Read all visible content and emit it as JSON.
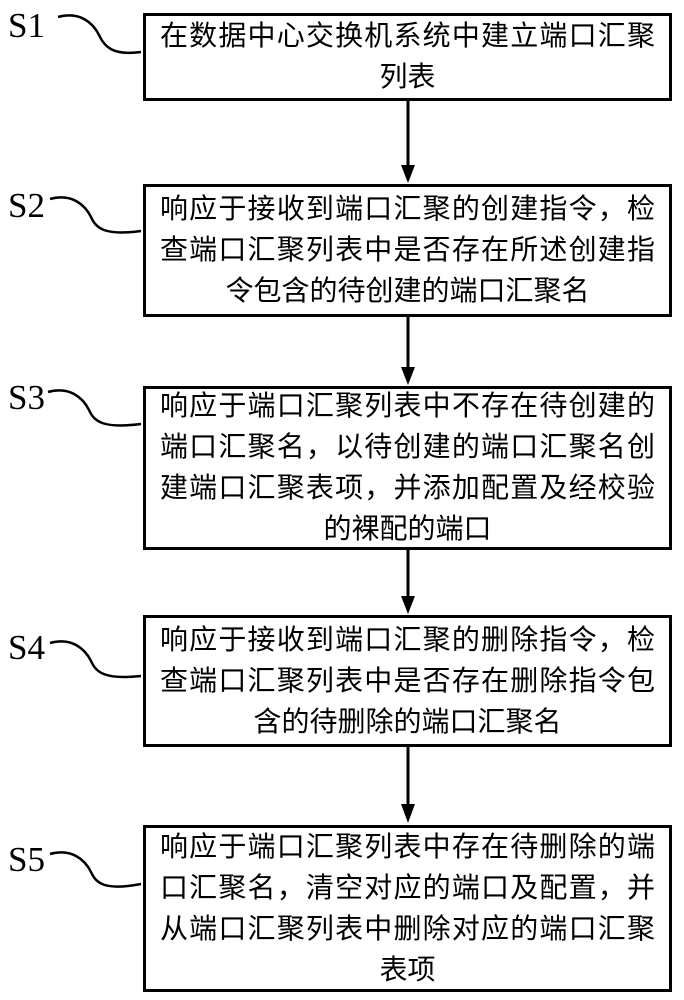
{
  "figure": {
    "type": "flowchart",
    "colors": {
      "line": "#000000",
      "background": "#ffffff",
      "box_border": "#000000",
      "box_fill": "#ffffff"
    },
    "steps": [
      {
        "id": "S1",
        "text": "在数据中心交换机系统中建立端口汇聚列表",
        "lines": [
          "在数据中心交换机系统中建立端口汇聚",
          "列表"
        ]
      },
      {
        "id": "S2",
        "text": "响应于接收到端口汇聚的创建指令，检查端口汇聚列表中是否存在所述创建指令包含的待创建的端口汇聚名",
        "lines": [
          "响应于接收到端口汇聚的创建指令，检",
          "查端口汇聚列表中是否存在所述创建指",
          "令包含的待创建的端口汇聚名"
        ]
      },
      {
        "id": "S3",
        "text": "响应于端口汇聚列表中不存在待创建的端口汇聚名，以待创建的端口汇聚名创建端口汇聚表项，并添加配置及经校验的裸配的端口",
        "lines": [
          "响应于端口汇聚列表中不存在待创建的",
          "端口汇聚名，以待创建的端口汇聚名创",
          "建端口汇聚表项，并添加配置及经校验",
          "的裸配的端口"
        ]
      },
      {
        "id": "S4",
        "text": "响应于接收到端口汇聚的删除指令，检查端口汇聚列表中是否存在删除指令包含的待删除的端口汇聚名",
        "lines": [
          "响应于接收到端口汇聚的删除指令，检",
          "查端口汇聚列表中是否存在删除指令包",
          "含的待删除的端口汇聚名"
        ]
      },
      {
        "id": "S5",
        "text": "响应于端口汇聚列表中存在待删除的端口汇聚名，清空对应的端口及配置，并从端口汇聚列表中删除对应的端口汇聚表项",
        "lines": [
          "响应于端口汇聚列表中存在待删除的端",
          "口汇聚名，清空对应的端口及配置，并",
          "从端口汇聚列表中删除对应的端口汇聚",
          "表项"
        ]
      }
    ]
  }
}
